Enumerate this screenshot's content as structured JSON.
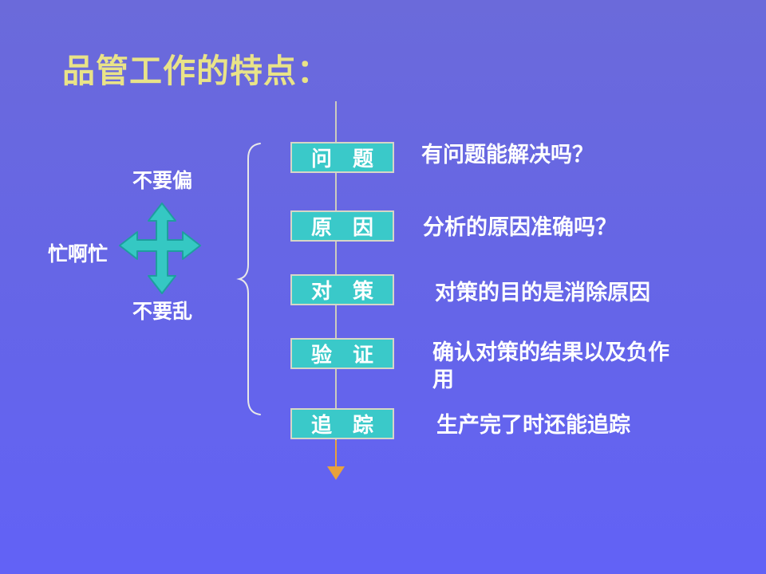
{
  "slide": {
    "title": "品管工作的特点：",
    "colors": {
      "background_top": "#6B6ADA",
      "background_bottom": "#6262F6",
      "title_yellow": "#E9E388",
      "teal": "#3AC9C9",
      "box_border": "#D6D6C6",
      "white_text": "#FFFFFF",
      "connector_gray": "#CCCCBE",
      "arrow_orange": "#E8A23C",
      "brace": "#E8E8E8"
    }
  },
  "busy_group": {
    "top_label": "不要偏",
    "left_label": "忙啊忙",
    "bottom_label": "不要乱",
    "icon": "four-way-arrow-icon"
  },
  "flow": {
    "steps": [
      {
        "box_label": "问　题",
        "note_lines": [
          "有问题能解决吗？"
        ]
      },
      {
        "box_label": "原　因",
        "note_lines": [
          "分析的原因准确吗？"
        ]
      },
      {
        "box_label": "对　策",
        "note_lines": [
          "对策的目的是消除原因"
        ]
      },
      {
        "box_label": "验　证",
        "note_lines": [
          "确认对策的结果以及负作",
          "用"
        ]
      },
      {
        "box_label": "追　踪",
        "note_lines": [
          "生产完了时还能追踪"
        ]
      }
    ]
  }
}
